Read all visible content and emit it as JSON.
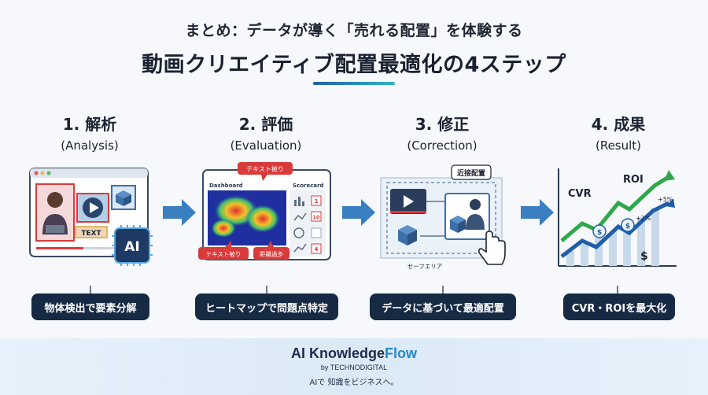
{
  "header": {
    "subtitle": "まとめ：データが導く「売れる配置」を体験する",
    "title": "動画クリエイティブ配置最適化の4ステップ"
  },
  "steps": [
    {
      "number": "1. 解析",
      "english": "(Analysis)",
      "caption": "物体検出で要素分解",
      "labels": {
        "text_tag": "TEXT",
        "ai_chip": "AI"
      }
    },
    {
      "number": "2. 評価",
      "english": "(Evaluation)",
      "caption": "ヒートマップで問題点特定",
      "labels": {
        "dashboard": "Dashboard",
        "scorecard": "Scorecard",
        "callout_top": "テキスト被り",
        "callout_bottom_left": "テキスト被り",
        "callout_bottom_right": "距離過多",
        "scores": [
          "1",
          "10",
          "",
          "4"
        ]
      }
    },
    {
      "number": "3. 修正",
      "english": "(Correction)",
      "caption": "データに基づいて最適配置",
      "labels": {
        "proximity": "近接配置",
        "safe_area": "セーフエリア"
      }
    },
    {
      "number": "4. 成果",
      "english": "(Result)",
      "caption": "CVR・ROIを最大化",
      "labels": {
        "cvr": "CVR",
        "roi": "ROI",
        "plus5": "+5%",
        "plus2": "+2%",
        "coin": "$",
        "dollar": "$"
      }
    }
  ],
  "footer": {
    "brand_main": "AI Knowledge",
    "brand_accent": "Flow",
    "byline": "by TECHNODIGITAL",
    "tagline": "AIで 知識をビジネスへ。"
  },
  "colors": {
    "navy": "#162a44",
    "accent_blue": "#2587c9",
    "arrow": "#3a7fc0",
    "heat_red": "#e03131",
    "growth_green": "#2ea84a"
  }
}
